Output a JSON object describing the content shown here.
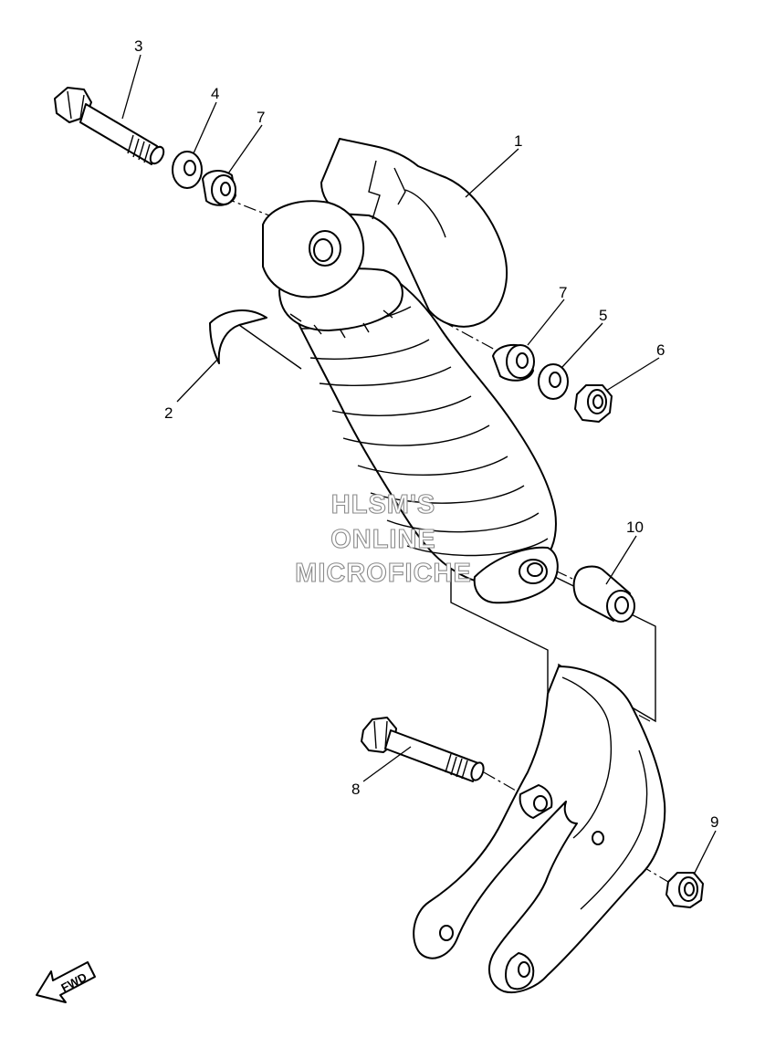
{
  "diagram": {
    "callouts": [
      {
        "id": "1",
        "text": "1"
      },
      {
        "id": "2",
        "text": "2"
      },
      {
        "id": "3",
        "text": "3"
      },
      {
        "id": "4",
        "text": "4"
      },
      {
        "id": "5",
        "text": "5"
      },
      {
        "id": "6",
        "text": "6"
      },
      {
        "id": "7a",
        "text": "7"
      },
      {
        "id": "7b",
        "text": "7"
      },
      {
        "id": "8",
        "text": "8"
      },
      {
        "id": "9",
        "text": "9"
      },
      {
        "id": "10",
        "text": "10"
      }
    ],
    "watermark": [
      "HLSM'S",
      "ONLINE",
      "MICROFICHE"
    ],
    "fwd_label": "FWD"
  }
}
